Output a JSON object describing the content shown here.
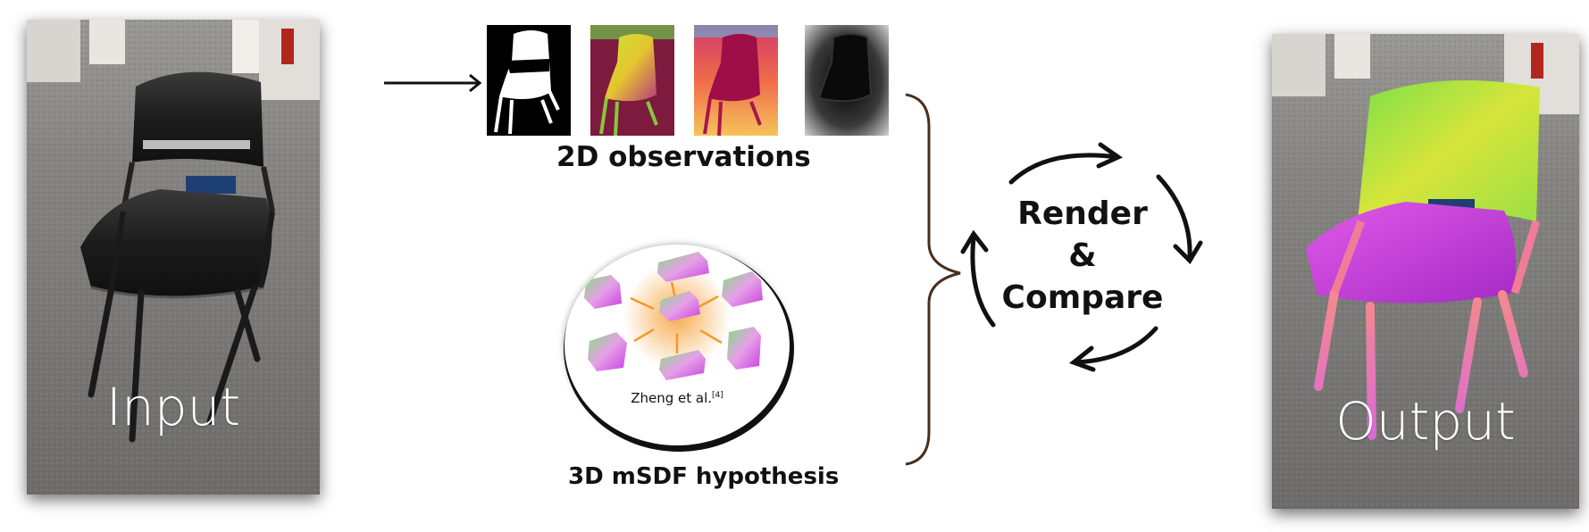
{
  "input_panel": {
    "caption": "Input"
  },
  "output_panel": {
    "caption": "Output"
  },
  "observations": {
    "title": "2D observations",
    "tiles": [
      "mask",
      "normal-map",
      "depth-map",
      "distance-field"
    ]
  },
  "hypothesis": {
    "title": "3D mSDF hypothesis",
    "citation": "Zheng et al.",
    "citation_ref": "[4]"
  },
  "loop": {
    "line1": "Render",
    "line2": "&",
    "line3": "Compare"
  },
  "colors": {
    "accent_orange": "#f39a2a",
    "brace": "#4a2e1c",
    "ink": "#111111"
  }
}
